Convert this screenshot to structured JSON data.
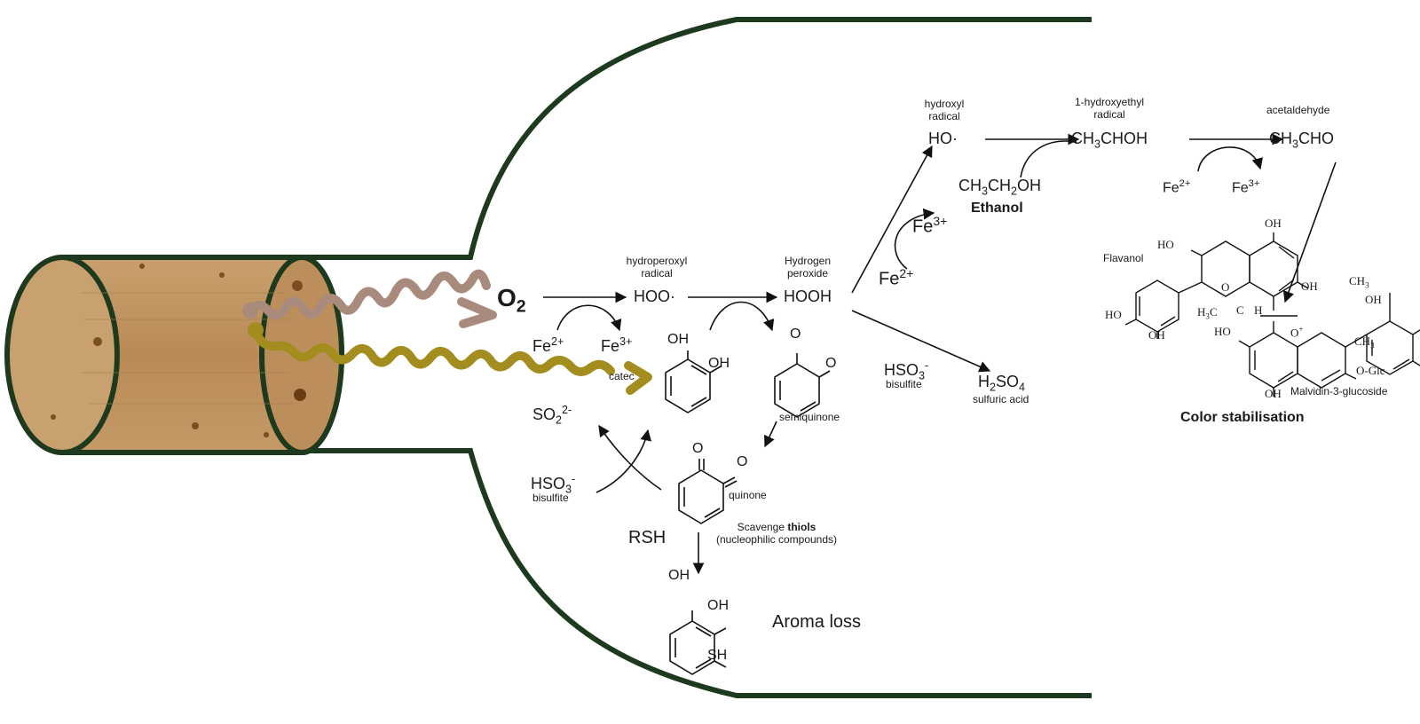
{
  "oxygen": {
    "main": "O",
    "sub": "2"
  },
  "labels": {
    "hydroperoxyl": "hydroperoxyl\nradical",
    "hoo": "HOO·",
    "hydrogen_peroxide": "Hydrogen\nperoxide",
    "hooh": "HOOH",
    "fe2": "Fe",
    "fe2_sup": "2+",
    "fe3": "Fe",
    "fe3_sup": "3+",
    "catechol_partial": "catec",
    "hydroxyl_radical": "hydroxyl\nradical",
    "ho": "HO·",
    "hydroxyethyl": "1-hydroxyethyl\nradical",
    "ch3choh_a": "CH",
    "ch3choh_sub": "3",
    "ch3choh_b": "CHOH",
    "acetaldehyde": "acetaldehyde",
    "ch3cho_a": "CH",
    "ch3cho_sub": "3",
    "ch3cho_b": "CHO",
    "ethanol_formula_a": "CH",
    "ethanol_formula_s1": "3",
    "ethanol_formula_b": "CH",
    "ethanol_formula_s2": "2",
    "ethanol_formula_c": "OH",
    "ethanol": "Ethanol",
    "hso3_a": "HSO",
    "hso3_sub": "3",
    "hso3_sup": "-",
    "bisulfite": "bisulfite",
    "h2so4_a": "H",
    "h2so4_s1": "2",
    "h2so4_b": "SO",
    "h2so4_s2": "4",
    "sulfuric_acid": "sulfuric acid",
    "semiquinone": "semiquinone",
    "quinone": "quinone",
    "so2_a": "SO",
    "so2_sub": "2",
    "so2_sup": "2-",
    "scavenge_a": "Scavenge ",
    "scavenge_bold": "thiols",
    "scavenge_b": "(nucleophilic compounds)",
    "rsh": "RSH",
    "aroma_loss": "Aroma loss",
    "oh": "OH",
    "sh": "SH",
    "o": "O",
    "flavanol": "Flavanol",
    "malvidin": "Malvidin-3-glucoside",
    "color_stabilisation": "Color stabilisation",
    "ho_mol": "HO",
    "och3_a": "CH",
    "och3_sub": "3",
    "o_glc": "O-Glc",
    "h3c_a": "H",
    "h3c_sub": "3",
    "h3c_b": "C",
    "h": "H",
    "c": "C",
    "plus": "+"
  },
  "colors": {
    "bottle_outline": "#1e3a1e",
    "cork_fill": "#c89a64",
    "cork_dark": "#7a4e20",
    "o2_arrow": "#a88b7c",
    "wine_arrow": "#a38d1e"
  }
}
